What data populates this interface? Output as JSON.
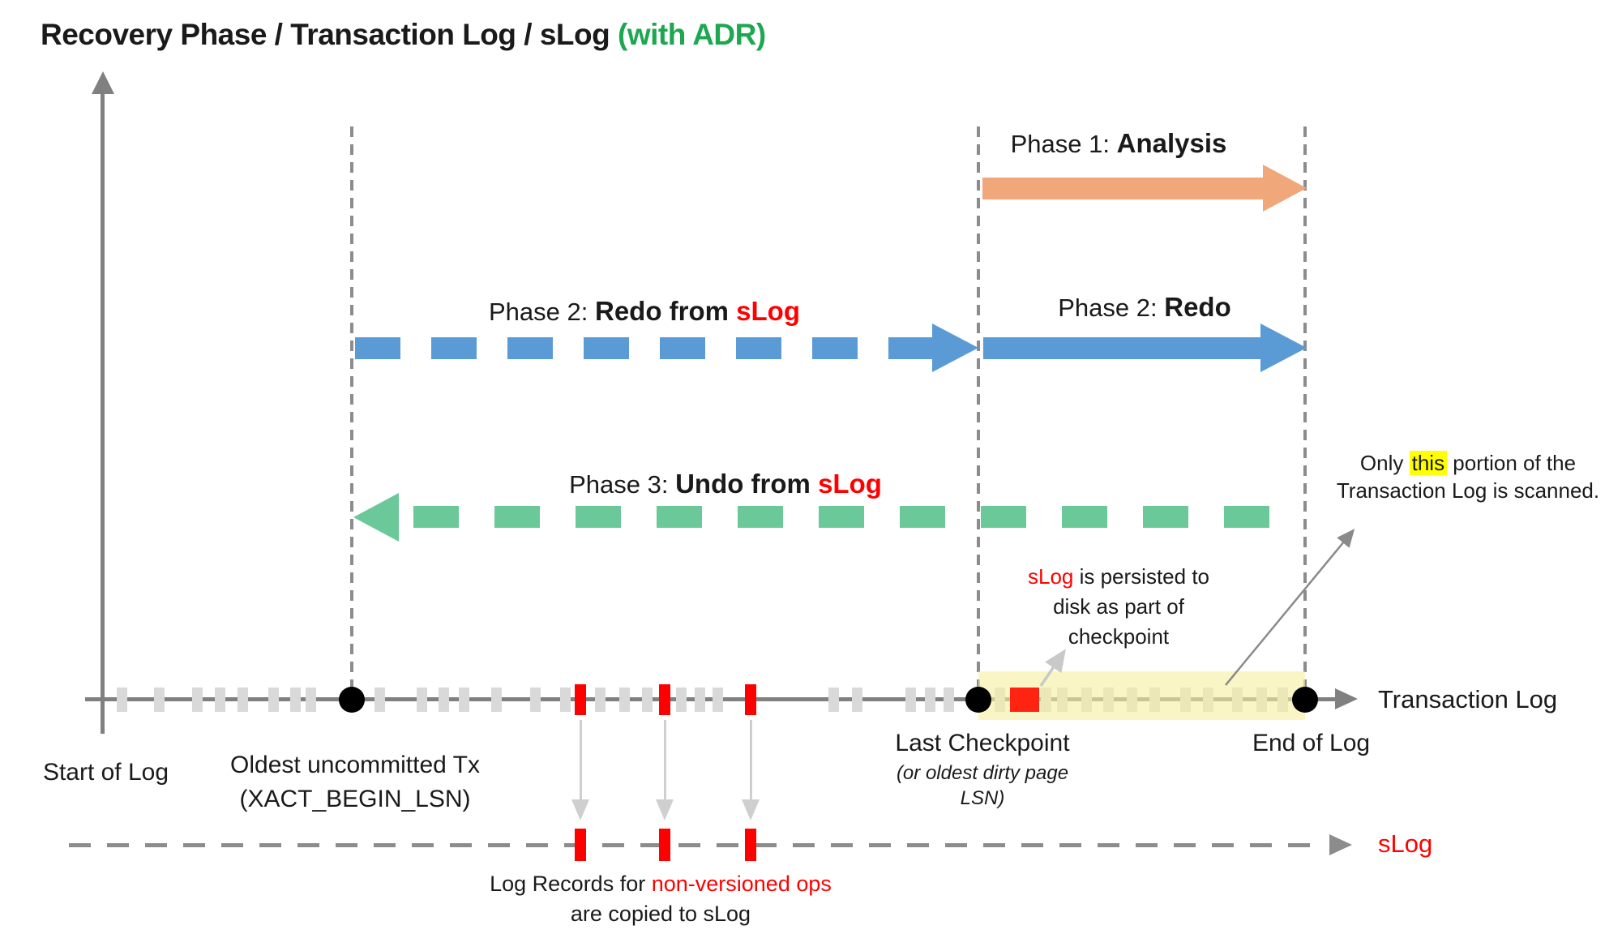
{
  "title": {
    "main": "Recovery Phase / Transaction Log / sLog",
    "adr": "(with ADR)"
  },
  "colors": {
    "adr_green": "#1DA751",
    "phase1_orange": "#F0A779",
    "phase2_blue": "#5B9BD5",
    "phase3_green": "#6BC898",
    "red": "#FF0000",
    "checkpoint_square_red": "#FF2411",
    "axis_gray": "#808080",
    "tick_gray": "#D9D9D9",
    "guide_gray": "#8C8C8C",
    "highlight_yellow": "#FFFF00",
    "scan_band_yellow": "rgba(246,239,160,0.62)"
  },
  "phase1": {
    "label": "Phase 1: ",
    "label_bold": "Analysis"
  },
  "phase2_slog": {
    "label": "Phase 2: ",
    "label_bold": "Redo from ",
    "label_red": "sLog"
  },
  "phase2": {
    "label": "Phase 2: ",
    "label_bold": "Redo"
  },
  "phase3": {
    "label": "Phase 3: ",
    "label_bold": "Undo from ",
    "label_red": "sLog"
  },
  "log": {
    "axis_label": "Transaction Log",
    "start_label": "Start of Log",
    "oldest_tx": {
      "line1": "Oldest uncommitted Tx",
      "line2": "(XACT_BEGIN_LSN)"
    },
    "checkpoint": {
      "line1": "Last Checkpoint",
      "line2": "(or oldest dirty page",
      "line3": "LSN)"
    },
    "end_label": "End of Log",
    "gray_ticks": [
      150,
      196,
      243,
      271,
      299,
      337,
      364,
      383,
      468,
      520,
      547,
      572,
      612,
      660,
      697,
      740,
      770,
      798,
      840,
      863,
      885,
      1028,
      1057,
      1123,
      1147,
      1170,
      1233,
      1290,
      1310,
      1340,
      1367,
      1396,
      1424,
      1462,
      1490,
      1526,
      1556,
      1582
    ],
    "red_ticks": [
      716,
      820,
      926
    ]
  },
  "slog": {
    "label": "sLog"
  },
  "notes": {
    "scan": {
      "pre": "Only ",
      "highlight": "this",
      "post": " portion of the",
      "line2": "Transaction Log is scanned."
    },
    "persist": {
      "red": "sLog",
      "rest1": " is persisted to",
      "line2": "disk as part of",
      "line3": "checkpoint"
    },
    "copy": {
      "black1": "Log Records for ",
      "red1": "non-versioned ops",
      "line2": "are copied to sLog"
    }
  }
}
